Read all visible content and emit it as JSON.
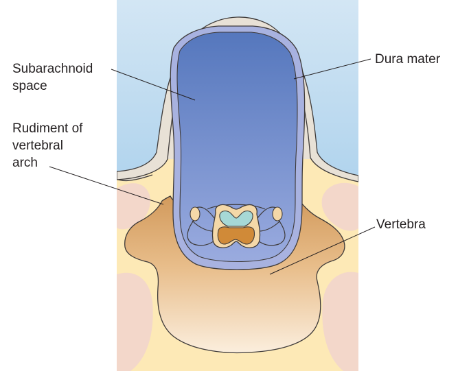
{
  "labels": {
    "subarachnoid_space": [
      "Subarachnoid",
      "space"
    ],
    "rudiment_of_vertebral_arch": [
      "Rudiment of",
      "vertebral",
      "arch"
    ],
    "dura_mater": "Dura mater",
    "vertebra": "Vertebra"
  },
  "colors": {
    "background_blue_top": "#c6dff2",
    "background_blue_bottom": "#8fc2e6",
    "mesenchyme": "#fde9b6",
    "vertebra_top": "#d7a166",
    "vertebra_bottom": "#fae8cd",
    "dura": "#ebe4d9",
    "pia_ring": "#a8b2e0",
    "csf_top": "#5b7ec2",
    "csf_bottom": "#95a7de",
    "outline": "#3e3a39",
    "muscle_pink": "#f2d4c7",
    "grey_matter_dorsal": "#a6d8d6",
    "grey_matter_ventral": "#d08a38"
  }
}
